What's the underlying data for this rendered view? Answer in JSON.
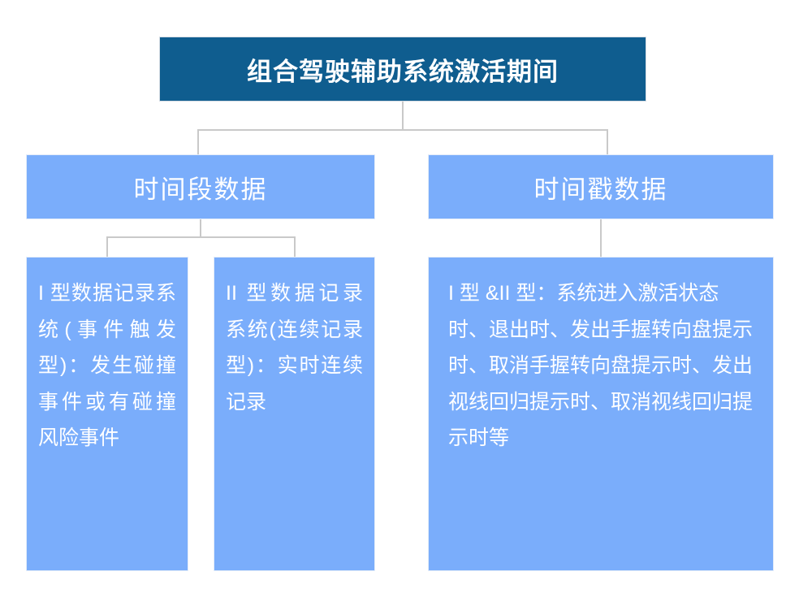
{
  "diagram": {
    "title_node": {
      "label": "组合驾驶辅助系统激活期间",
      "bg_color": "#0f5d8f",
      "text_color": "#ffffff"
    },
    "branches": [
      {
        "id": "period",
        "label": "时间段数据",
        "bg_color": "#7aadfb"
      },
      {
        "id": "timestamp",
        "label": "时间戳数据",
        "bg_color": "#7aadfb"
      }
    ],
    "leaves": [
      {
        "id": "type-1",
        "parent": "period",
        "text": "I 型数据记录系统(事件触发型)：发生碰撞事件或有碰撞风险事件"
      },
      {
        "id": "type-2",
        "parent": "period",
        "text": "II 型数据记录系统(连续记录型)：实时连续记录"
      },
      {
        "id": "type-1-and-2",
        "parent": "timestamp",
        "text": "I 型 &II 型：系统进入激活状态时、退出时、发出手握转向盘提示时、取消手握转向盘提示时、发出视线回归提示时、取消视线回归提示时等"
      }
    ],
    "connector_color": "#c9c9c9",
    "background_color": "#ffffff"
  }
}
